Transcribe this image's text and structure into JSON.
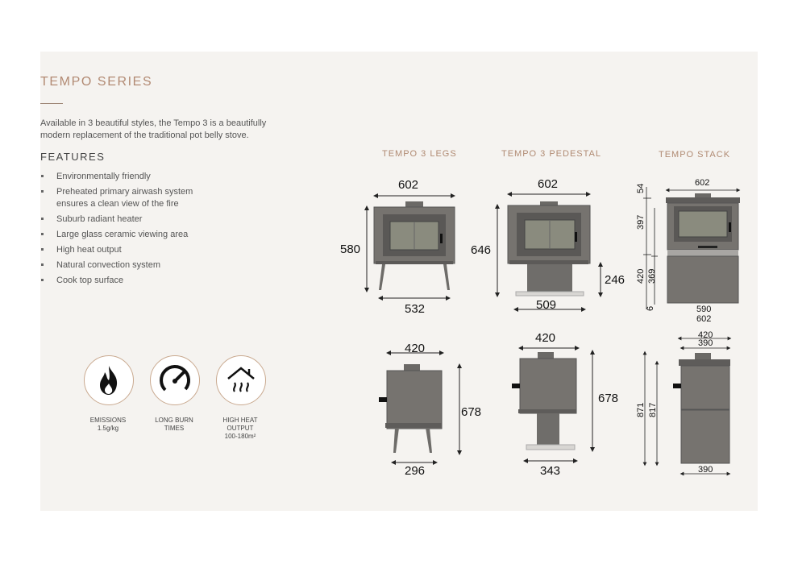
{
  "title": "TEMPO SERIES",
  "intro": "Available in 3 beautiful styles, the Tempo 3 is a beautifully modern replacement of the traditional pot belly stove.",
  "features_heading": "FEATURES",
  "features": [
    [
      "Environmentally friendly"
    ],
    [
      "Preheated primary airwash system",
      "ensures a clean view of the fire"
    ],
    [
      "Suburb radiant heater"
    ],
    [
      "Large glass ceramic viewing area"
    ],
    [
      "High heat output"
    ],
    [
      "Natural convection system"
    ],
    [
      "Cook top surface"
    ]
  ],
  "icons": [
    {
      "name": "flame-icon",
      "label": [
        "EMISSIONS",
        "1.5g/kg"
      ]
    },
    {
      "name": "gauge-icon",
      "label": [
        "LONG BURN",
        "TIMES"
      ]
    },
    {
      "name": "house-heat-icon",
      "label": [
        "HIGH HEAT",
        "OUTPUT",
        "100-180m²"
      ]
    }
  ],
  "columns": [
    "TEMPO 3 LEGS",
    "TEMPO 3 PEDESTAL",
    "TEMPO STACK"
  ],
  "dims": {
    "legs_front": {
      "top": "602",
      "side": "580",
      "bottom": "532"
    },
    "legs_side": {
      "top": "420",
      "side": "678",
      "bottom": "296"
    },
    "ped_front": {
      "top": "602",
      "side": "646",
      "right": "246",
      "bottom": "509"
    },
    "ped_side": {
      "top": "420",
      "side": "678",
      "bottom": "343"
    },
    "stack_front": {
      "top": "602",
      "a": "54",
      "b": "397",
      "c": "420",
      "d": "369",
      "e": "6",
      "bottom1": "590",
      "bottom2": "602"
    },
    "stack_side": {
      "top1": "420",
      "top2": "390",
      "a": "871",
      "b": "817",
      "bottom": "390"
    }
  },
  "colors": {
    "accent": "#b28a73",
    "stove": "#76736f",
    "stove_dark": "#545250",
    "panel": "#f5f3f0"
  }
}
